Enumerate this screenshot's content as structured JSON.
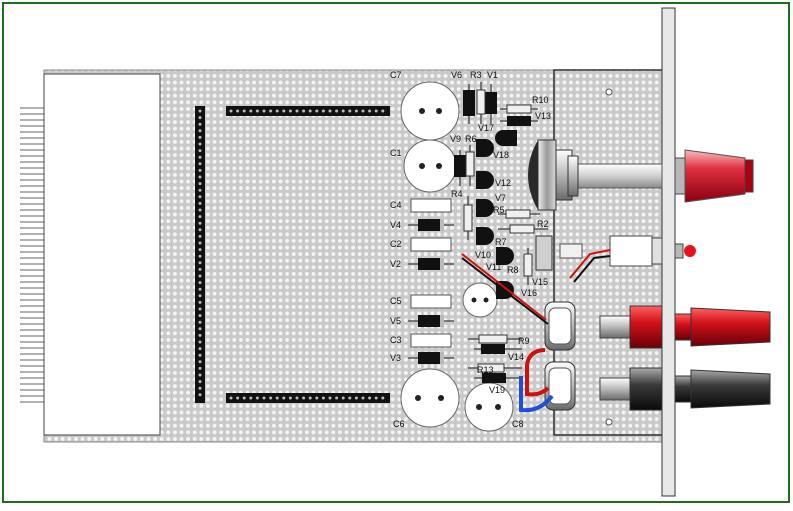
{
  "frame": {
    "border_color": "#1f6b1f",
    "board_color": "#c9c9c9",
    "hole_color": "#f4f4f4"
  },
  "labels": {
    "C7": "C7",
    "C1": "C1",
    "C4": "C4",
    "V4": "V4",
    "C2": "C2",
    "V2": "V2",
    "C5": "C5",
    "V5": "V5",
    "C3": "C3",
    "V3": "V3",
    "C6": "C6",
    "C8": "C8",
    "V6": "V6",
    "R3": "R3",
    "V1": "V1",
    "R10": "R10",
    "V13": "V13",
    "V17": "V17",
    "V9": "V9",
    "R6": "R6",
    "V18": "V18",
    "V12": "V12",
    "R4": "R4",
    "V7": "V7",
    "R5": "R5",
    "R2": "R2",
    "R7": "R7",
    "V10": "V10",
    "V11": "V11",
    "R8": "R8",
    "V15": "V15",
    "V16": "V16",
    "R9": "R9",
    "V14": "V14",
    "R13": "R13",
    "V19": "V19"
  },
  "connectors": {
    "knob_color": "#d0182a",
    "red_jack_color": "#d0101a",
    "black_jack_color": "#2a2a2a",
    "led_color": "#e8101a",
    "wire_blue": "#1f4fd8",
    "wire_red": "#d01010"
  }
}
